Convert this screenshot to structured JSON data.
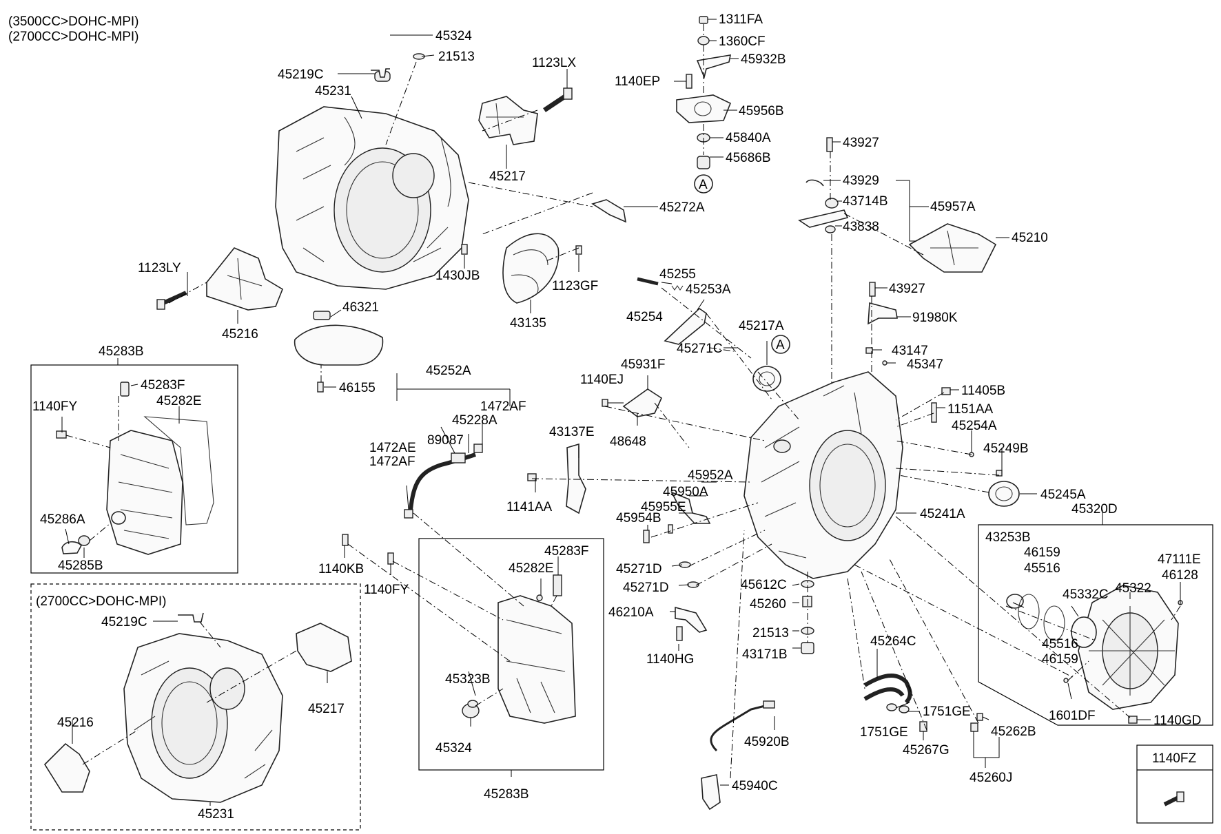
{
  "headers": {
    "line1": "(3500CC>DOHC-MPI)",
    "line2": "(2700CC>DOHC-MPI)",
    "inset": "(2700CC>DOHC-MPI)"
  },
  "callout_marker": "A",
  "parts": {
    "p45324_top": "45324",
    "p21513_top": "21513",
    "p45219C_top": "45219C",
    "p45231_top": "45231",
    "p1123LX": "1123LX",
    "p45217_top": "45217",
    "p45272A": "45272A",
    "p1123LY": "1123LY",
    "p45216_top": "45216",
    "p1430JB": "1430JB",
    "p1123GF": "1123GF",
    "p43135": "43135",
    "p46321": "46321",
    "p46155": "46155",
    "p1311FA": "1311FA",
    "p1360CF": "1360CF",
    "p45932B": "45932B",
    "p1140EP": "1140EP",
    "p45956B": "45956B",
    "p45840A": "45840A",
    "p45686B": "45686B",
    "p43927_a": "43927",
    "p43929": "43929",
    "p43714B": "43714B",
    "p45957A": "45957A",
    "p43838": "43838",
    "p45210": "45210",
    "p43927_b": "43927",
    "p91980K": "91980K",
    "p45255": "45255",
    "p45253A": "45253A",
    "p45254": "45254",
    "p45217A": "45217A",
    "p45271C": "45271C",
    "p43147": "43147",
    "p45347": "45347",
    "p45931F": "45931F",
    "p1140EJ": "1140EJ",
    "p48648": "48648",
    "p11405B": "11405B",
    "p1151AA": "1151AA",
    "p45254A": "45254A",
    "p45249B": "45249B",
    "p45245A": "45245A",
    "p45241A": "45241A",
    "p45320D": "45320D",
    "p45283B_left": "45283B",
    "p45283F_left": "45283F",
    "p1140FY_left": "1140FY",
    "p45282E_left": "45282E",
    "p45286A": "45286A",
    "p45285B": "45285B",
    "p45252A": "45252A",
    "p1472AF_a": "1472AF",
    "p45228A": "45228A",
    "p89087": "89087",
    "p1472AE": "1472AE",
    "p1472AF_b": "1472AF",
    "p43137E": "43137E",
    "p1141AA": "1141AA",
    "p45952A": "45952A",
    "p45950A": "45950A",
    "p45955E": "45955E",
    "p45954B": "45954B",
    "p45271D_a": "45271D",
    "p45271D_b": "45271D",
    "p46210A": "46210A",
    "p1140HG": "1140HG",
    "p45612C": "45612C",
    "p45260": "45260",
    "p21513_mid": "21513",
    "p43171B": "43171B",
    "p1140KB": "1140KB",
    "p1140FY_mid": "1140FY",
    "p45283F_mid": "45283F",
    "p45282E_mid": "45282E",
    "p45323B": "45323B",
    "p45324_mid": "45324",
    "p45283B_mid": "45283B",
    "p45219C_inset": "45219C",
    "p45217_inset": "45217",
    "p45216_inset": "45216",
    "p45231_inset": "45231",
    "p45264C": "45264C",
    "p1751GE_a": "1751GE",
    "p1751GE_b": "1751GE",
    "p45267G": "45267G",
    "p45262B": "45262B",
    "p45260J": "45260J",
    "p45920B": "45920B",
    "p45940C": "45940C",
    "p43253B": "43253B",
    "p46159_a": "46159",
    "p45516_a": "45516",
    "p45332C": "45332C",
    "p45322": "45322",
    "p47111E": "47111E",
    "p46128": "46128",
    "p45516_b": "45516",
    "p46159_b": "46159",
    "p1601DF": "1601DF",
    "p1140GD": "1140GD",
    "p1140FZ": "1140FZ"
  }
}
